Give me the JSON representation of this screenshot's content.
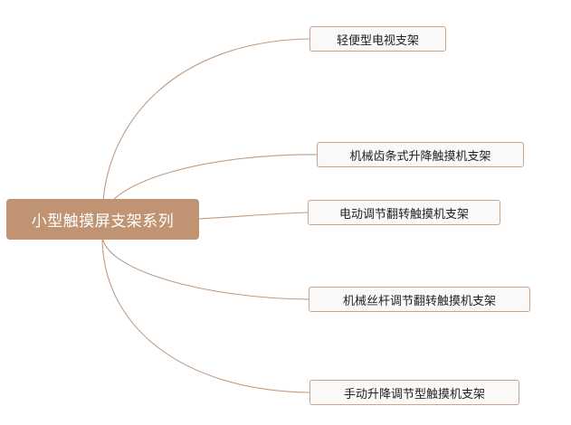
{
  "colors": {
    "root_fill": "#c09373",
    "root_text": "#ffffff",
    "branch_line": "#c19a80",
    "node_border": "#c9a58c",
    "node_fill": "#fbf9f7"
  },
  "root": {
    "label": "小型触摸屏支架系列"
  },
  "children": [
    {
      "label": "轻便型电视支架"
    },
    {
      "label": "机械齿条式升降触摸机支架"
    },
    {
      "label": "电动调节翻转触摸机支架"
    },
    {
      "label": "机械丝杆调节翻转触摸机支架"
    },
    {
      "label": "手动升降调节型触摸机支架"
    }
  ]
}
